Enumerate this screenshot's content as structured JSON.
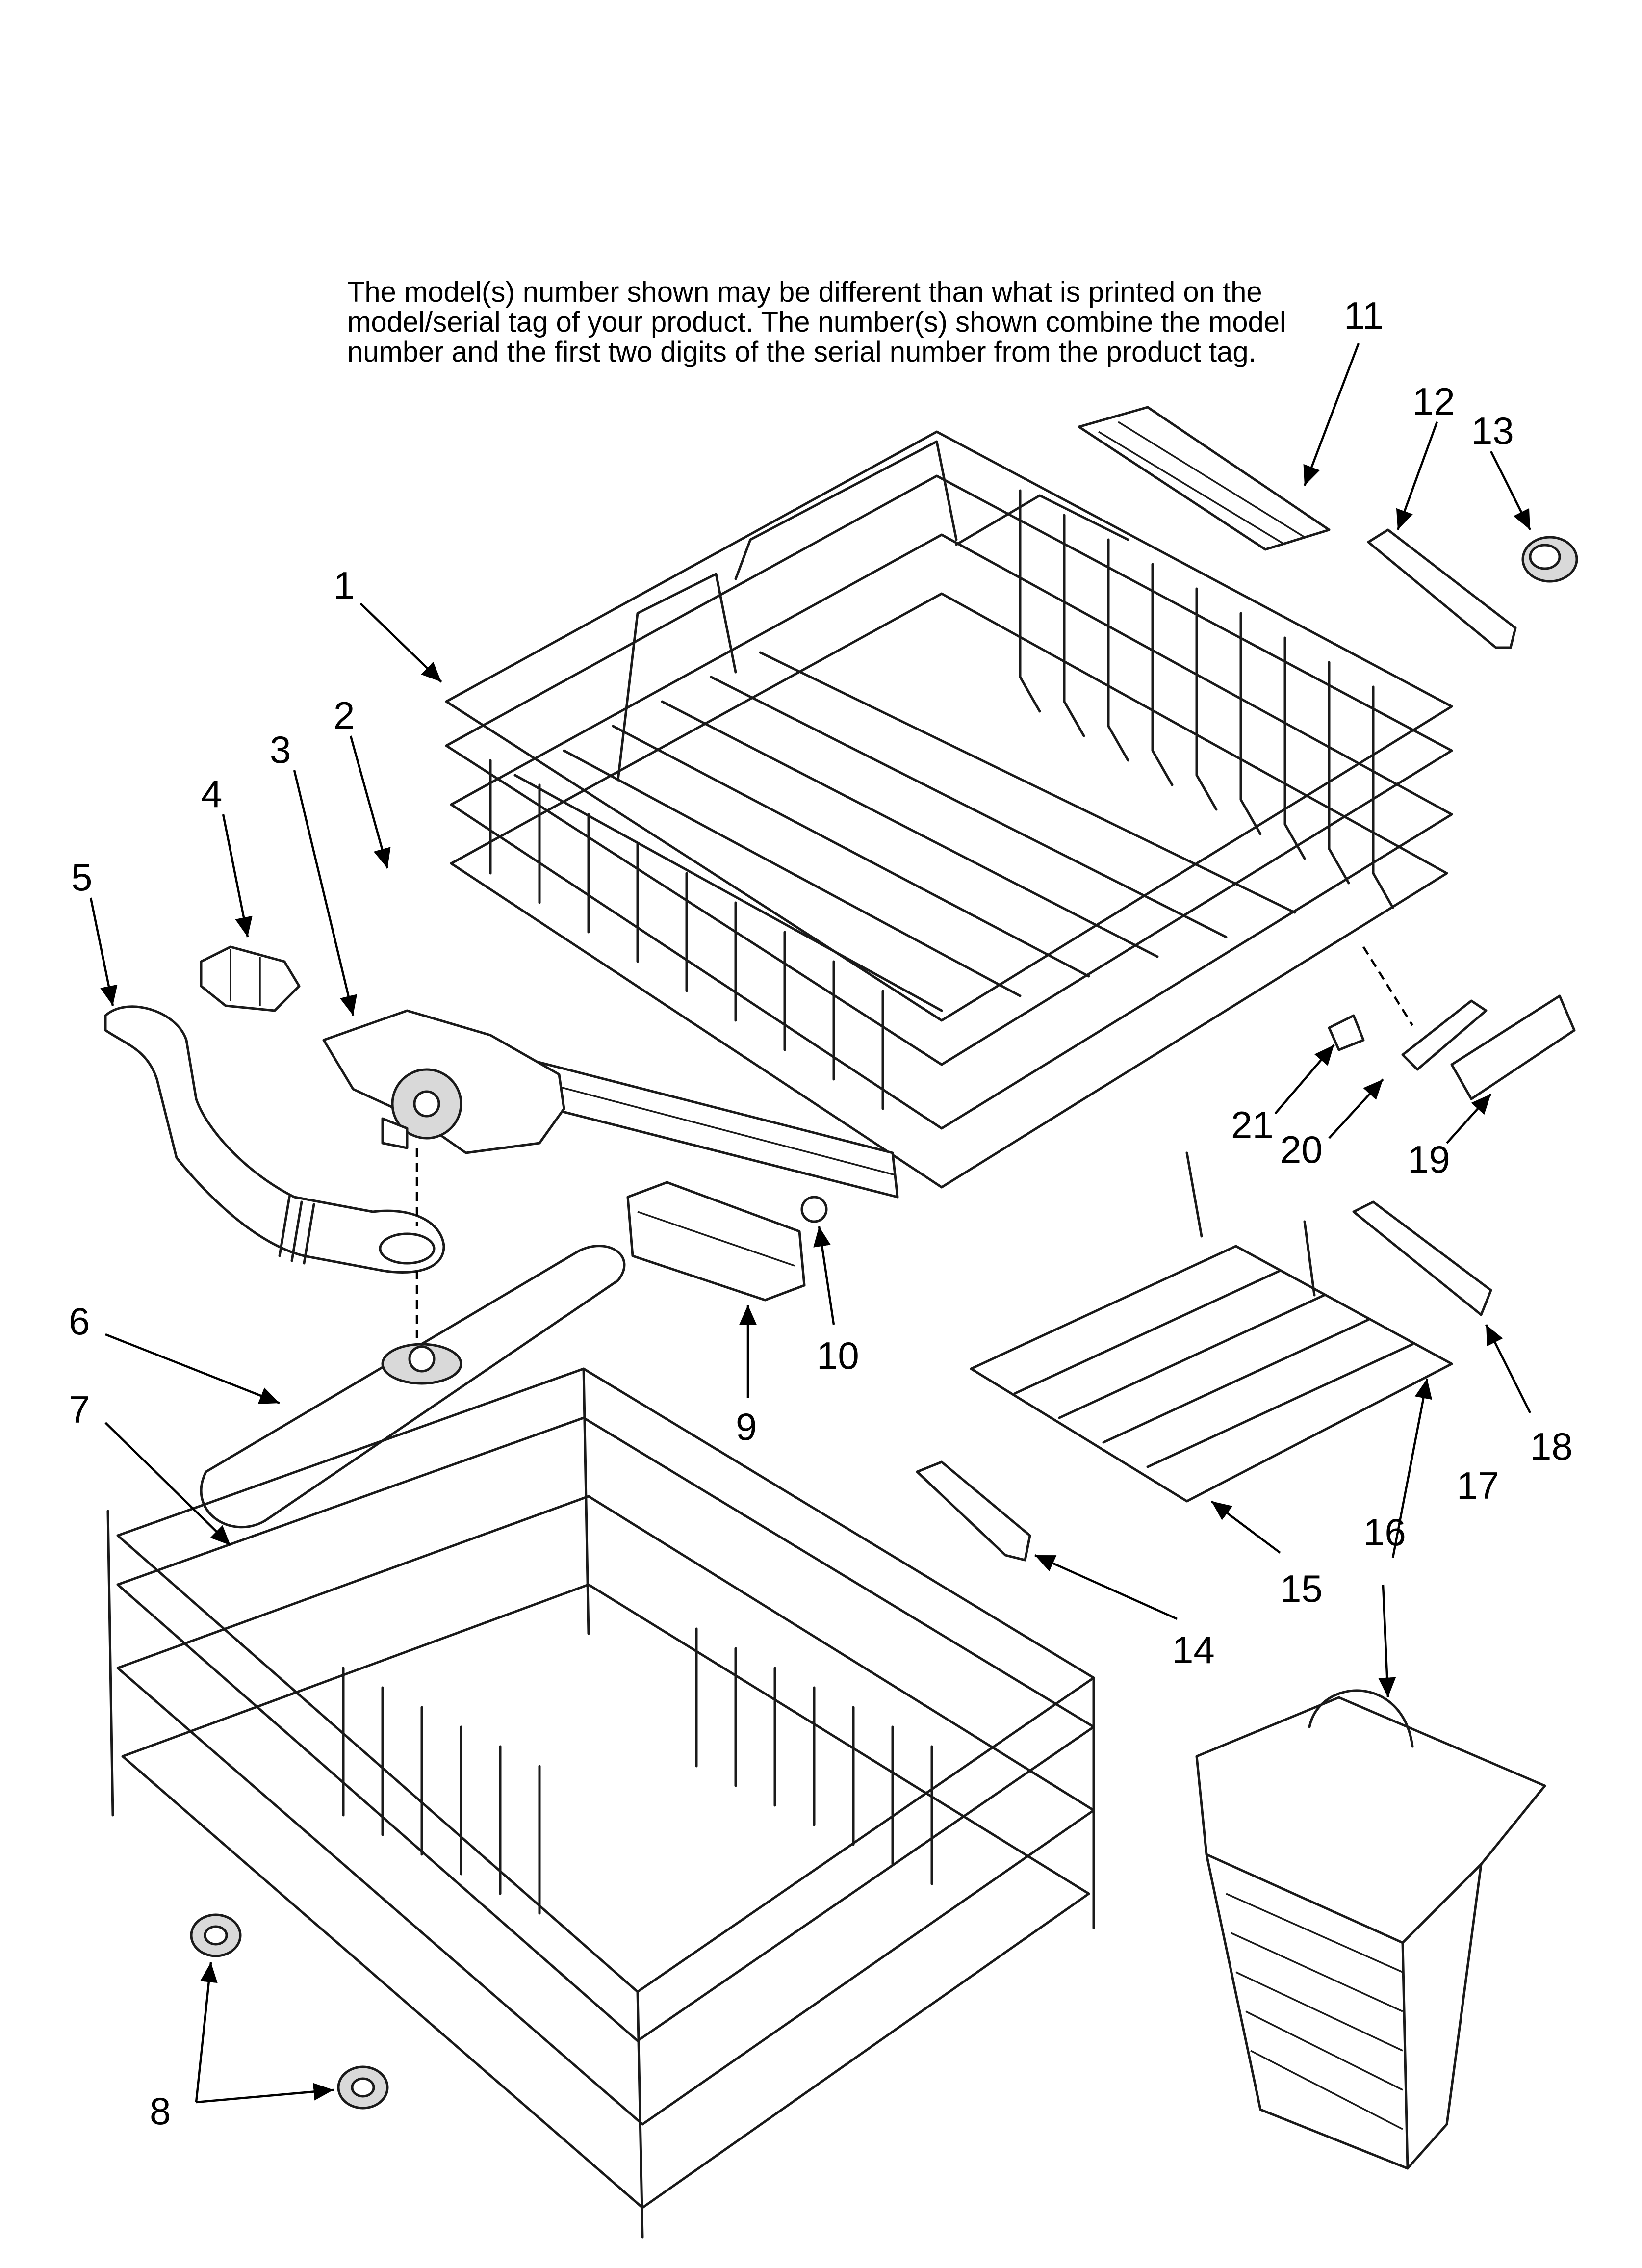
{
  "notice": {
    "lines": [
      "The model(s) number shown may be different than what is printed on the",
      "model/serial tag of your product. The number(s) shown combine the model",
      "number and the first two digits of the serial number from the product tag."
    ]
  },
  "callouts": {
    "c1": "1",
    "c2": "2",
    "c3": "3",
    "c4": "4",
    "c5": "5",
    "c6": "6",
    "c7": "7",
    "c8": "8",
    "c9": "9",
    "c10": "10",
    "c11": "11",
    "c12": "12",
    "c13": "13",
    "c14": "14",
    "c15": "15",
    "c16": "16",
    "c17": "17",
    "c18": "18",
    "c19": "19",
    "c20": "20",
    "c21": "21"
  }
}
